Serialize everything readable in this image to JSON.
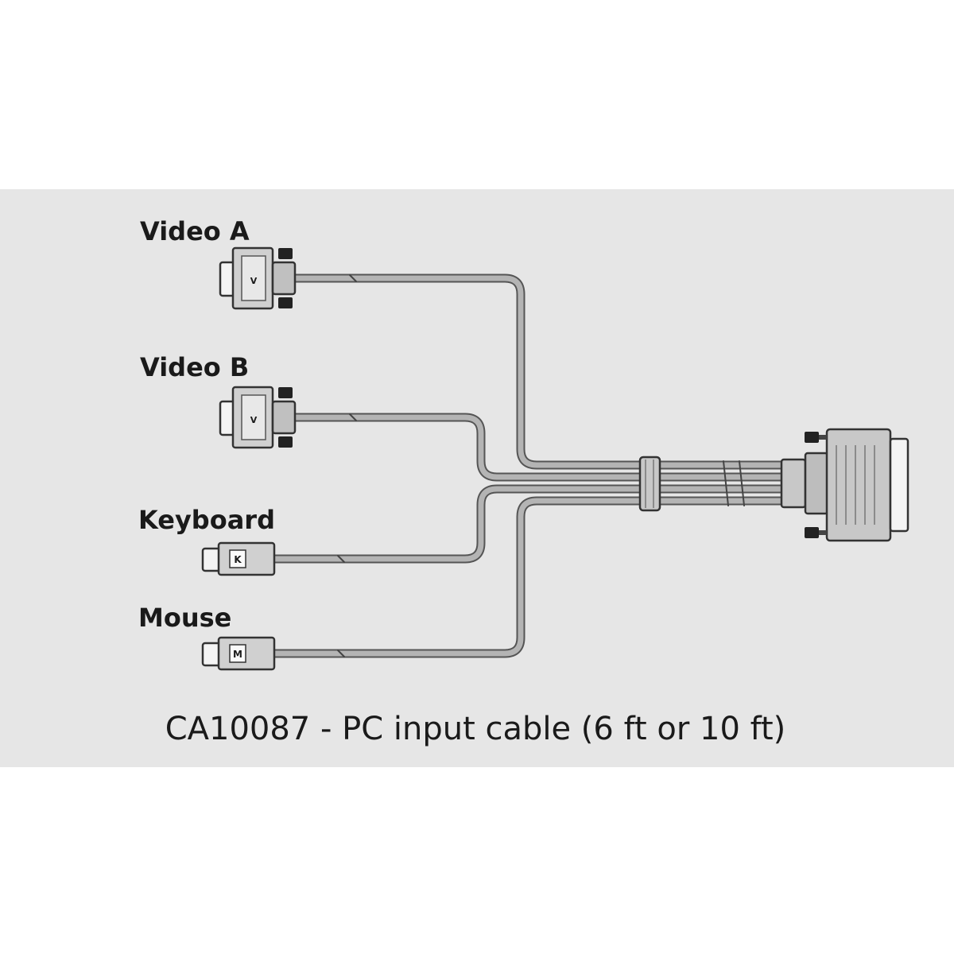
{
  "labels": {
    "video_a": "Video A",
    "video_b": "Video B",
    "keyboard": "Keyboard",
    "mouse": "Mouse"
  },
  "connector_marks": {
    "video_a": "V",
    "video_b": "V",
    "keyboard": "K",
    "mouse": "M"
  },
  "caption": "CA10087 - PC input cable (6 ft or 10 ft)",
  "colors": {
    "panel_background": "#e6e6e6",
    "cable": "#a8a8a8",
    "connector_body": "#c8c8c8",
    "outline": "#333333",
    "text": "#1a1a1a"
  }
}
